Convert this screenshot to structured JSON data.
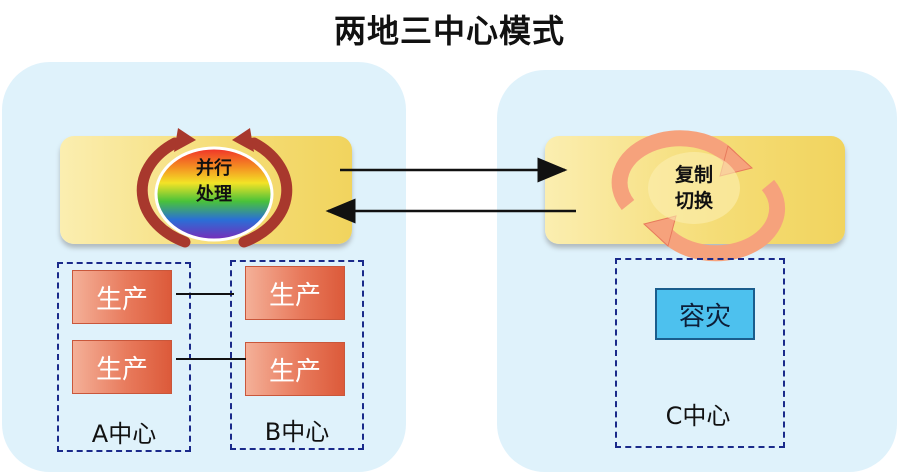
{
  "title": "两地三中心模式",
  "left_site": {
    "icon_label_1": "并行",
    "icon_label_2": "处理",
    "center_a": {
      "label": "A中心",
      "items": [
        "生产",
        "生产"
      ]
    },
    "center_b": {
      "label": "B中心",
      "items": [
        "生产",
        "生产"
      ]
    }
  },
  "right_site": {
    "icon_label_1": "复制",
    "icon_label_2": "切换",
    "center_c": {
      "label": "C中心",
      "item": "容灾"
    }
  },
  "colors": {
    "panel": "#dff2fb",
    "band": "#f5dd78",
    "production": "#e87a5c",
    "disaster": "#4dc1ee",
    "dashed_border": "#1a2a8a"
  }
}
